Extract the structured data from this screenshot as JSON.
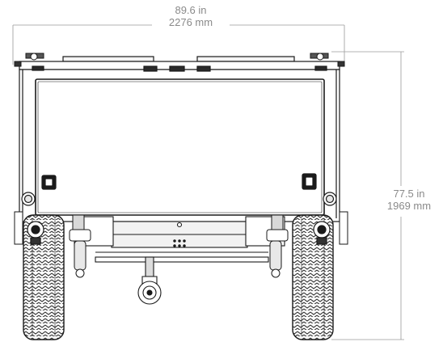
{
  "dimensions": {
    "width": {
      "imperial": "89.6 in",
      "metric": "2276 mm"
    },
    "height": {
      "imperial": "77.5 in",
      "metric": "1969 mm"
    }
  },
  "colors": {
    "line": "#1a1a1a",
    "dimension": "#9a9a9a",
    "text": "#8a8a8a",
    "background": "#ffffff"
  }
}
